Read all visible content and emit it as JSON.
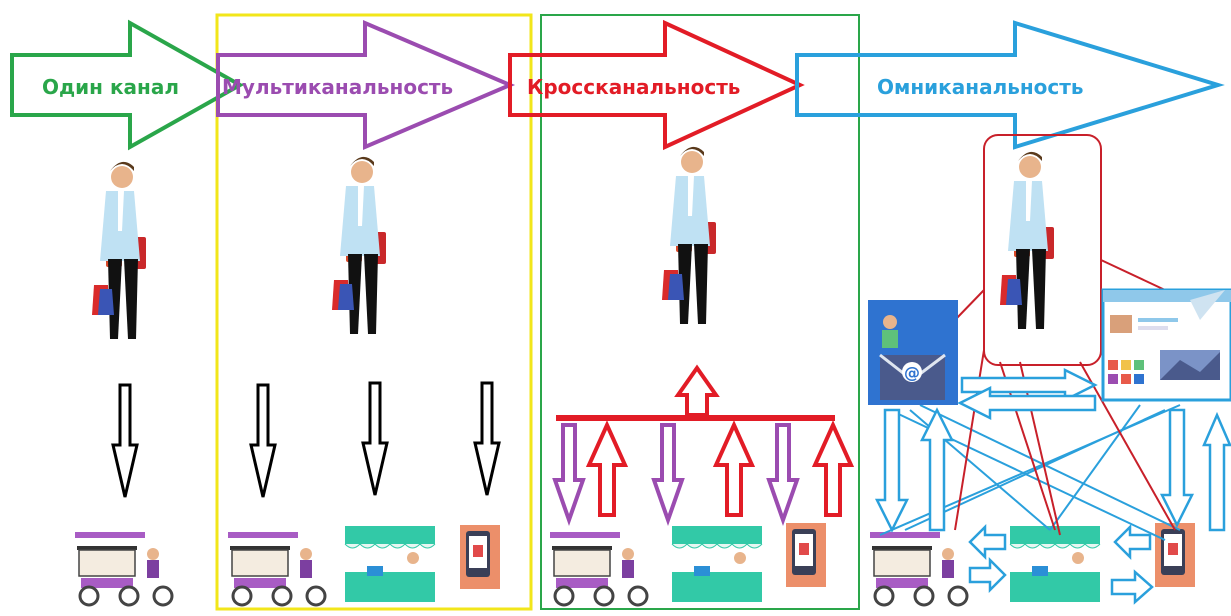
{
  "stages": [
    {
      "title": "Один канал",
      "color": "#2aa64a"
    },
    {
      "title": "Мультиканальность",
      "color": "#9b4cb0"
    },
    {
      "title": "Кроссканальность",
      "color": "#e21c26"
    },
    {
      "title": "Омниканальность",
      "color": "#2aa0dc"
    }
  ],
  "panel_colors": {
    "multi": "#f2e61a",
    "cross": "#2aa64a"
  },
  "icons": {
    "customer": "shopper-icon",
    "street_cart": "food-cart-icon",
    "shop_stall": "shop-stall-icon",
    "mobile_app": "mobile-app-icon",
    "email": "email-icon",
    "web": "website-icon"
  },
  "email_symbol": "@"
}
